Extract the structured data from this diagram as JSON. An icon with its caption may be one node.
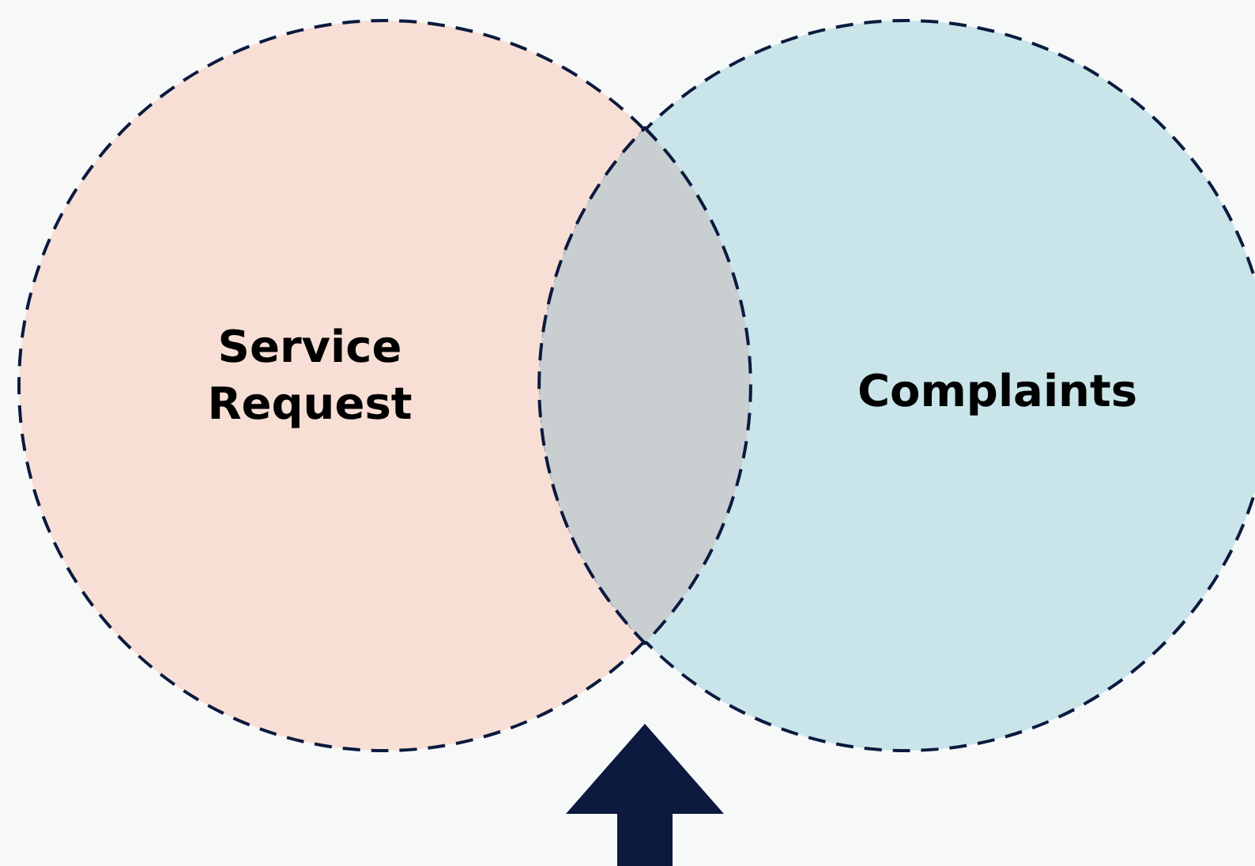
{
  "diagram": {
    "nodes": [
      {
        "text": [
          "Service Request"
        ]
      },
      {
        "text": [
          "Complaints"
        ]
      },
      {
        "text": [],
        "shape": "lens"
      }
    ],
    "edges": [
      {
        "from": null,
        "to": 2,
        "arrow": "to"
      }
    ]
  }
}
